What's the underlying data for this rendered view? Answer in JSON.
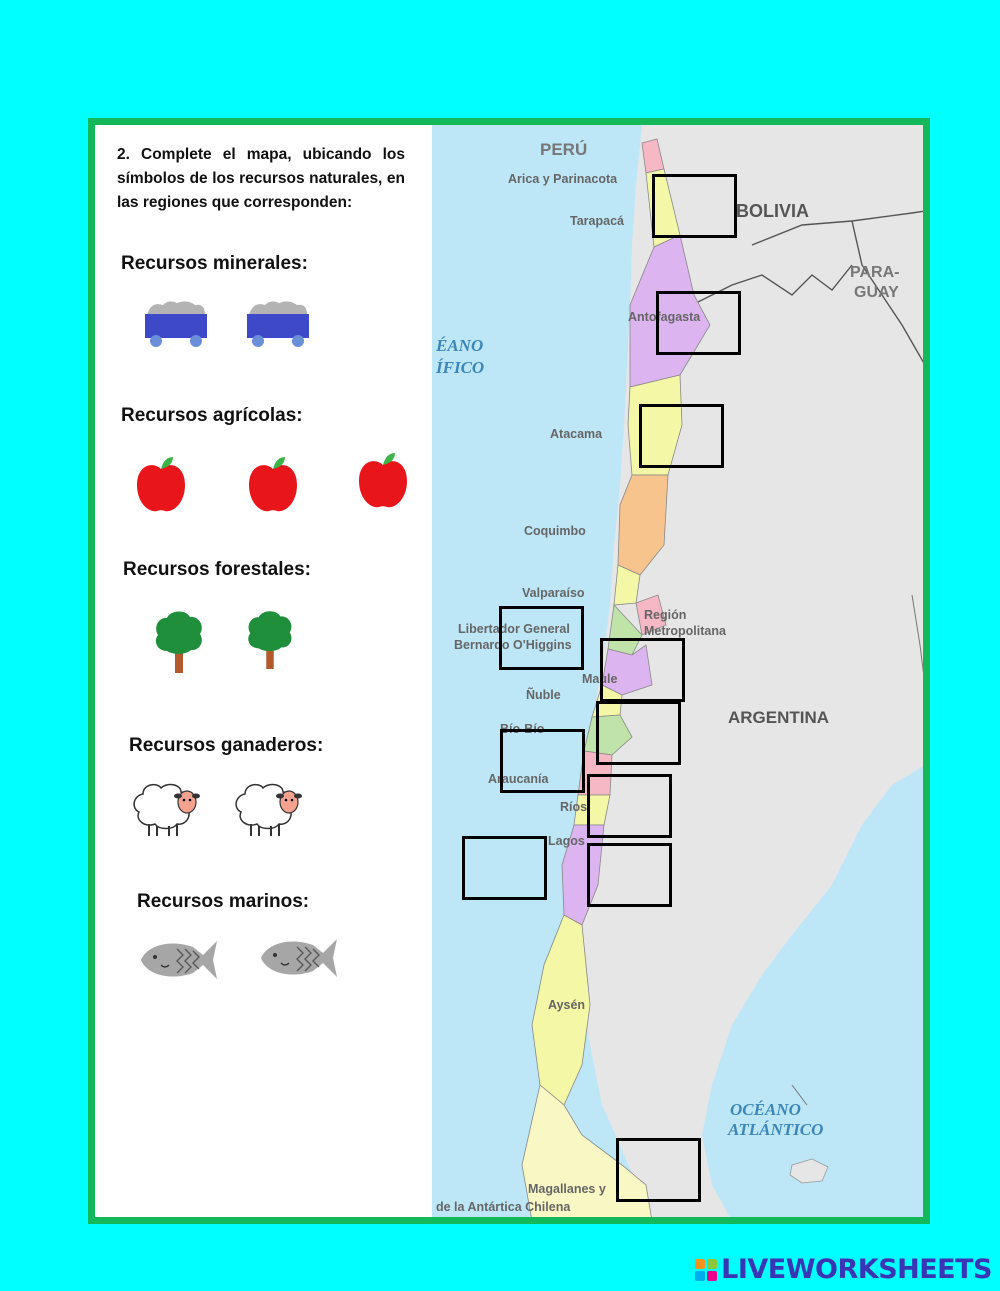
{
  "instructions": "2. Complete el mapa, ubicando los símbolos de los recursos naturales, en las regiones que corresponden:",
  "sections": {
    "minerales": "Recursos minerales:",
    "agricolas": "Recursos agrícolas:",
    "forestales": "Recursos forestales:",
    "ganaderos": "Recursos ganaderos:",
    "marinos": "Recursos marinos:"
  },
  "map": {
    "countries": {
      "peru": "PERÚ",
      "bolivia": "BOLIVIA",
      "paraguay_1": "PARA-",
      "paraguay_2": "GUAY",
      "argentina": "ARGENTINA"
    },
    "oceans": {
      "pacifico_1": "ÉANO",
      "pacifico_2": "ÍFICO",
      "atlantico_1": "OCÉANO",
      "atlantico_2": "ATLÁNTICO"
    },
    "regions": {
      "arica": "Arica y Parinacota",
      "tarapaca": "Tarapacá",
      "antofagasta": "Antofagasta",
      "atacama": "Atacama",
      "coquimbo": "Coquimbo",
      "valparaiso": "Valparaíso",
      "metropolitana_1": "Región",
      "metropolitana_2": "Metropolitana",
      "ohiggins_1": "Libertador General",
      "ohiggins_2": "Bernardo O'Higgins",
      "maule": "Maule",
      "nuble": "Ñuble",
      "biobio": "Bío-Bío",
      "araucania": "Araucanía",
      "rios": "Ríos",
      "lagos": "Lagos",
      "aysen": "Aysén",
      "magallanes_1": "Magallanes y",
      "magallanes_2": "de la Antártica Chilena"
    }
  },
  "footer": {
    "brand": "LIVEWORKSHEETS"
  },
  "colors": {
    "background": "#00ffff",
    "border": "#12b85a",
    "sea": "#bde6f7",
    "land": "#e6e6e6",
    "brand": "#3a35b5"
  },
  "icons": [
    "mining-cart-icon",
    "apple-icon",
    "tree-icon",
    "sheep-icon",
    "fish-icon"
  ]
}
